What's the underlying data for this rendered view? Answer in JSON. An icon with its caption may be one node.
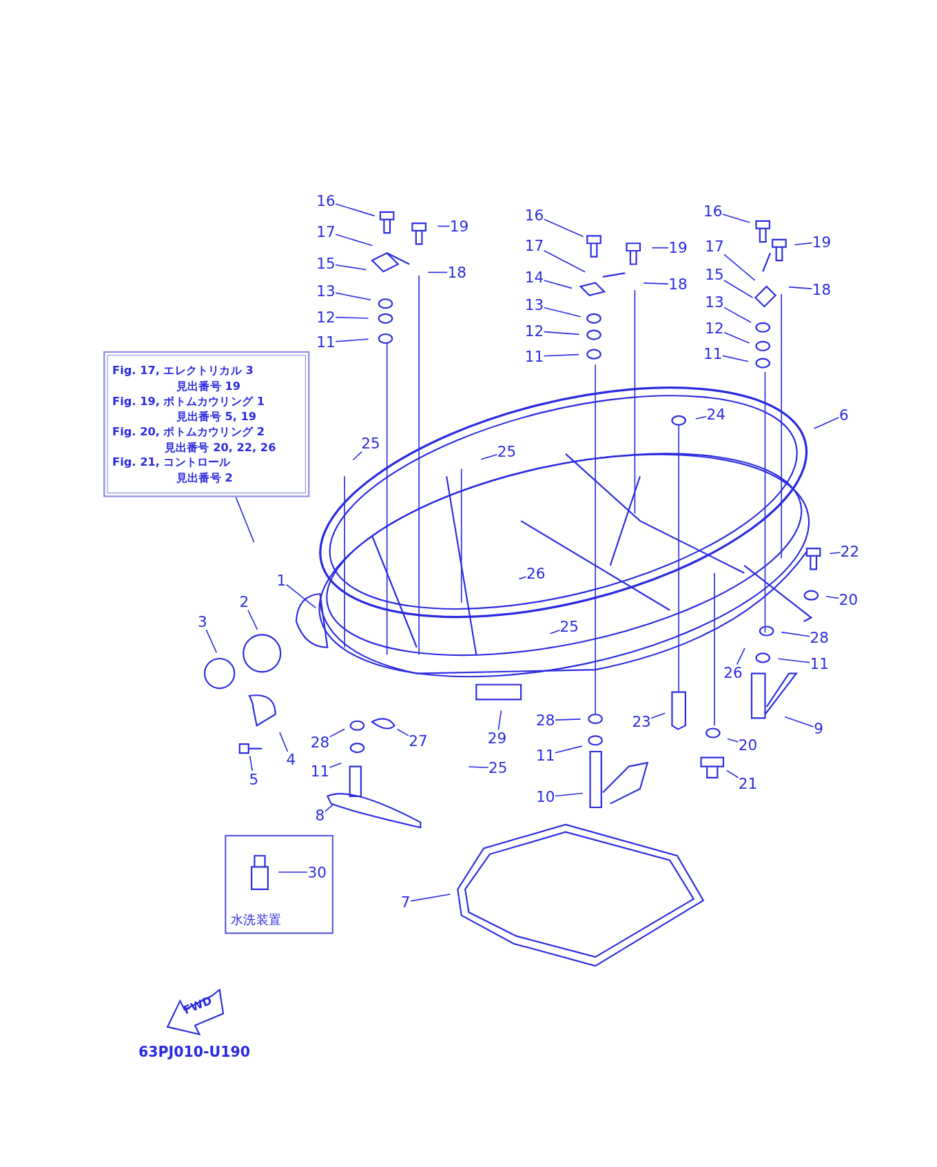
{
  "diagram": {
    "nodes": [
      {
        "text": [
          "16"
        ]
      },
      {
        "text": [
          "17"
        ]
      },
      {
        "text": [
          "19"
        ]
      },
      {
        "text": [
          "15"
        ]
      },
      {
        "text": [
          "18"
        ]
      },
      {
        "text": [
          "13"
        ]
      },
      {
        "text": [
          "12"
        ]
      },
      {
        "text": [
          "11"
        ]
      },
      {
        "text": [
          "16"
        ]
      },
      {
        "text": [
          "17"
        ]
      },
      {
        "text": [
          "19"
        ]
      },
      {
        "text": [
          "14"
        ]
      },
      {
        "text": [
          "18"
        ]
      },
      {
        "text": [
          "13"
        ]
      },
      {
        "text": [
          "12"
        ]
      },
      {
        "text": [
          "11"
        ]
      },
      {
        "text": [
          "16"
        ]
      },
      {
        "text": [
          "17"
        ]
      },
      {
        "text": [
          "19"
        ]
      },
      {
        "text": [
          "15"
        ]
      },
      {
        "text": [
          "18"
        ]
      },
      {
        "text": [
          "13"
        ]
      },
      {
        "text": [
          "12"
        ]
      },
      {
        "text": [
          "11"
        ]
      },
      {
        "text": [
          "24"
        ]
      },
      {
        "text": [
          "6"
        ]
      },
      {
        "text": [
          "25"
        ]
      },
      {
        "text": [
          "25"
        ]
      },
      {
        "text": [
          "26"
        ]
      },
      {
        "text": [
          "22"
        ]
      },
      {
        "text": [
          "20"
        ]
      },
      {
        "text": [
          "25"
        ]
      },
      {
        "text": [
          "28"
        ]
      },
      {
        "text": [
          "11"
        ]
      },
      {
        "text": [
          "26"
        ]
      },
      {
        "text": [
          "9"
        ]
      },
      {
        "text": [
          "23"
        ]
      },
      {
        "text": [
          "28"
        ]
      },
      {
        "text": [
          "20"
        ]
      },
      {
        "text": [
          "11"
        ]
      },
      {
        "text": [
          "21"
        ]
      },
      {
        "text": [
          "10"
        ]
      },
      {
        "text": [
          "1"
        ]
      },
      {
        "text": [
          "2"
        ]
      },
      {
        "text": [
          "3"
        ]
      },
      {
        "text": [
          "4"
        ]
      },
      {
        "text": [
          "5"
        ]
      },
      {
        "text": [
          "28"
        ]
      },
      {
        "text": [
          "11"
        ]
      },
      {
        "text": [
          "27"
        ]
      },
      {
        "text": [
          "29"
        ]
      },
      {
        "text": [
          "25"
        ]
      },
      {
        "text": [
          "8"
        ]
      },
      {
        "text": [
          "7"
        ]
      },
      {
        "text": [
          "Fig. 17, エレクトリカル 3",
          "見出番号 19",
          "Fig. 19, ボトムカウリング 1",
          "見出番号 5, 19",
          "Fig. 20, ボトムカウリング 2",
          "見出番号 20, 22, 26",
          "Fig. 21, コントロール",
          "見出番号 2"
        ]
      },
      {
        "text": [
          "水洗装置"
        ]
      },
      {
        "text": [
          "30"
        ],
        "in": 55
      }
    ],
    "edges": [
      {
        "from": 0,
        "to": null,
        "arrow": "none"
      },
      {
        "from": 1,
        "to": null,
        "arrow": "none"
      },
      {
        "from": 2,
        "to": null,
        "arrow": "none"
      },
      {
        "from": 3,
        "to": null,
        "arrow": "none"
      },
      {
        "from": 4,
        "to": null,
        "arrow": "none"
      },
      {
        "from": 5,
        "to": null,
        "arrow": "none"
      },
      {
        "from": 6,
        "to": null,
        "arrow": "none"
      },
      {
        "from": 7,
        "to": null,
        "arrow": "none"
      },
      {
        "from": 8,
        "to": null,
        "arrow": "none"
      },
      {
        "from": 9,
        "to": null,
        "arrow": "none"
      },
      {
        "from": 10,
        "to": null,
        "arrow": "none"
      },
      {
        "from": 11,
        "to": null,
        "arrow": "none"
      },
      {
        "from": 12,
        "to": null,
        "arrow": "none"
      },
      {
        "from": 13,
        "to": null,
        "arrow": "none"
      },
      {
        "from": 14,
        "to": null,
        "arrow": "none"
      },
      {
        "from": 15,
        "to": null,
        "arrow": "none"
      },
      {
        "from": 16,
        "to": null,
        "arrow": "none"
      },
      {
        "from": 17,
        "to": null,
        "arrow": "none"
      },
      {
        "from": 18,
        "to": null,
        "arrow": "none"
      },
      {
        "from": 19,
        "to": null,
        "arrow": "none"
      },
      {
        "from": 20,
        "to": null,
        "arrow": "none"
      },
      {
        "from": 21,
        "to": null,
        "arrow": "none"
      },
      {
        "from": 22,
        "to": null,
        "arrow": "none"
      },
      {
        "from": 23,
        "to": null,
        "arrow": "none"
      },
      {
        "from": 24,
        "to": null,
        "arrow": "none"
      },
      {
        "from": 25,
        "to": null,
        "arrow": "none"
      },
      {
        "from": 26,
        "to": null,
        "arrow": "none"
      },
      {
        "from": 27,
        "to": null,
        "arrow": "none"
      },
      {
        "from": 28,
        "to": null,
        "arrow": "none"
      },
      {
        "from": 29,
        "to": null,
        "arrow": "none"
      },
      {
        "from": 30,
        "to": null,
        "arrow": "none"
      },
      {
        "from": 31,
        "to": null,
        "arrow": "none"
      },
      {
        "from": 32,
        "to": null,
        "arrow": "none"
      },
      {
        "from": 33,
        "to": null,
        "arrow": "none"
      },
      {
        "from": 34,
        "to": null,
        "arrow": "none"
      },
      {
        "from": 35,
        "to": null,
        "arrow": "none"
      },
      {
        "from": 36,
        "to": null,
        "arrow": "none"
      },
      {
        "from": 37,
        "to": null,
        "arrow": "none"
      },
      {
        "from": 38,
        "to": null,
        "arrow": "none"
      },
      {
        "from": 39,
        "to": null,
        "arrow": "none"
      },
      {
        "from": 40,
        "to": null,
        "arrow": "none"
      },
      {
        "from": 41,
        "to": null,
        "arrow": "none"
      },
      {
        "from": 42,
        "to": null,
        "arrow": "none"
      },
      {
        "from": 43,
        "to": null,
        "arrow": "none"
      },
      {
        "from": 44,
        "to": null,
        "arrow": "none"
      },
      {
        "from": 45,
        "to": null,
        "arrow": "none"
      },
      {
        "from": 46,
        "to": null,
        "arrow": "none"
      },
      {
        "from": 47,
        "to": null,
        "arrow": "none"
      },
      {
        "from": 48,
        "to": null,
        "arrow": "none"
      },
      {
        "from": 49,
        "to": null,
        "arrow": "none"
      },
      {
        "from": 50,
        "to": null,
        "arrow": "none"
      },
      {
        "from": 51,
        "to": null,
        "arrow": "none"
      },
      {
        "from": 52,
        "to": null,
        "arrow": "none"
      },
      {
        "from": 53,
        "to": null,
        "arrow": "none"
      },
      {
        "from": 54,
        "to": null,
        "arrow": "none"
      },
      {
        "from": 56,
        "to": null,
        "arrow": "none"
      }
    ],
    "labels": [
      "FWD",
      "63PJ010-U190"
    ]
  }
}
